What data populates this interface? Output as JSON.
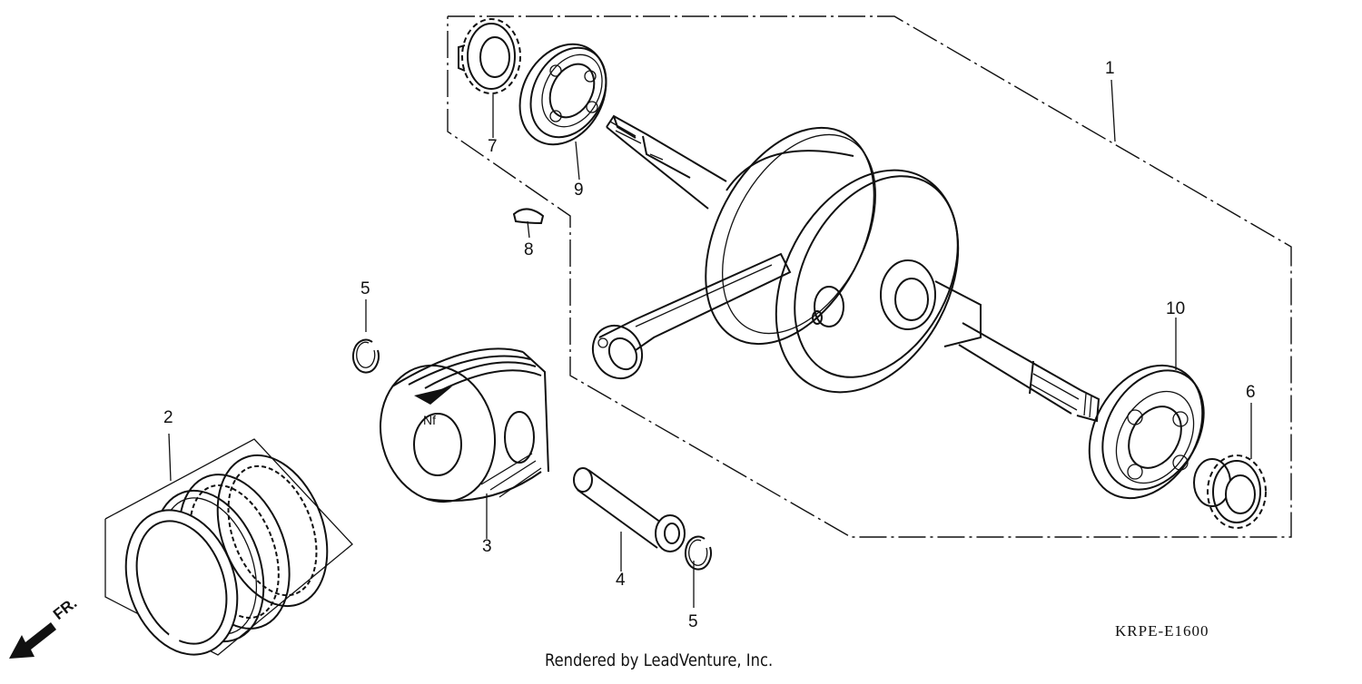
{
  "diagram": {
    "callouts": [
      {
        "id": "c1",
        "label": "1"
      },
      {
        "id": "c2",
        "label": "2"
      },
      {
        "id": "c3",
        "label": "3"
      },
      {
        "id": "c4",
        "label": "4"
      },
      {
        "id": "c5a",
        "label": "5"
      },
      {
        "id": "c5b",
        "label": "5"
      },
      {
        "id": "c6",
        "label": "6"
      },
      {
        "id": "c7",
        "label": "7"
      },
      {
        "id": "c8",
        "label": "8"
      },
      {
        "id": "c9",
        "label": "9"
      },
      {
        "id": "c10",
        "label": "10"
      }
    ],
    "piston_mark": "Nf",
    "front_arrow_label": "FR.",
    "diagram_code": "KRPE-E1600",
    "credit": "Rendered by LeadVenture, Inc."
  }
}
